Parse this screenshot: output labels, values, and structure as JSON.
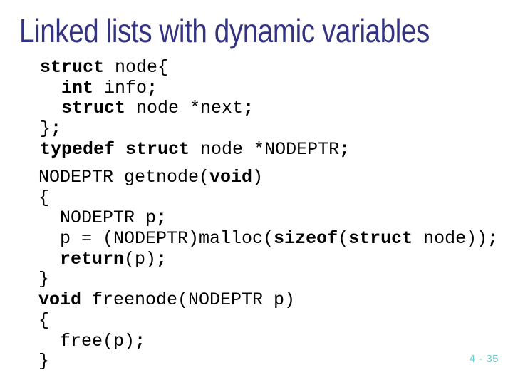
{
  "slide": {
    "title": "Linked lists with dynamic variables",
    "page_number": "4 - 35",
    "colors": {
      "background": "#FFFFFF",
      "title_text": "#333382",
      "code_text": "#000000",
      "page_number_text": "#66CBCB"
    },
    "code_blocks": [
      {
        "lines": [
          [
            {
              "text": "struct",
              "bold": true
            },
            {
              "text": " node{",
              "bold": false
            }
          ],
          [
            {
              "text": "  ",
              "bold": false
            },
            {
              "text": "int",
              "bold": true
            },
            {
              "text": " info",
              "bold": false
            },
            {
              "text": ";",
              "bold": true
            }
          ],
          [
            {
              "text": "  ",
              "bold": false
            },
            {
              "text": "struct",
              "bold": true
            },
            {
              "text": " node *next",
              "bold": false
            },
            {
              "text": ";",
              "bold": true
            }
          ],
          [
            {
              "text": "}",
              "bold": false
            },
            {
              "text": ";",
              "bold": true
            }
          ],
          [
            {
              "text": "typedef struct",
              "bold": true
            },
            {
              "text": " node *NODEPTR",
              "bold": false
            },
            {
              "text": ";",
              "bold": true
            }
          ]
        ]
      },
      {
        "lines": [
          [
            {
              "text": "NODEPTR getnode(",
              "bold": false
            },
            {
              "text": "void",
              "bold": true
            },
            {
              "text": ")",
              "bold": false
            }
          ],
          [
            {
              "text": "{",
              "bold": false
            }
          ],
          [
            {
              "text": "  NODEPTR p",
              "bold": false
            },
            {
              "text": ";",
              "bold": true
            }
          ],
          [
            {
              "text": "  p = (NODEPTR)malloc(",
              "bold": false
            },
            {
              "text": "sizeof",
              "bold": true
            },
            {
              "text": "(",
              "bold": false
            },
            {
              "text": "struct",
              "bold": true
            },
            {
              "text": " node))",
              "bold": false
            },
            {
              "text": ";",
              "bold": true
            }
          ],
          [
            {
              "text": "  ",
              "bold": false
            },
            {
              "text": "return",
              "bold": true
            },
            {
              "text": "(p)",
              "bold": false
            },
            {
              "text": ";",
              "bold": true
            }
          ],
          [
            {
              "text": "}",
              "bold": false
            }
          ],
          [
            {
              "text": "void",
              "bold": true
            },
            {
              "text": " freenode(NODEPTR p)",
              "bold": false
            }
          ],
          [
            {
              "text": "{",
              "bold": false
            }
          ],
          [
            {
              "text": "  free(p)",
              "bold": false
            },
            {
              "text": ";",
              "bold": true
            }
          ],
          [
            {
              "text": "}",
              "bold": false
            }
          ]
        ]
      }
    ]
  }
}
